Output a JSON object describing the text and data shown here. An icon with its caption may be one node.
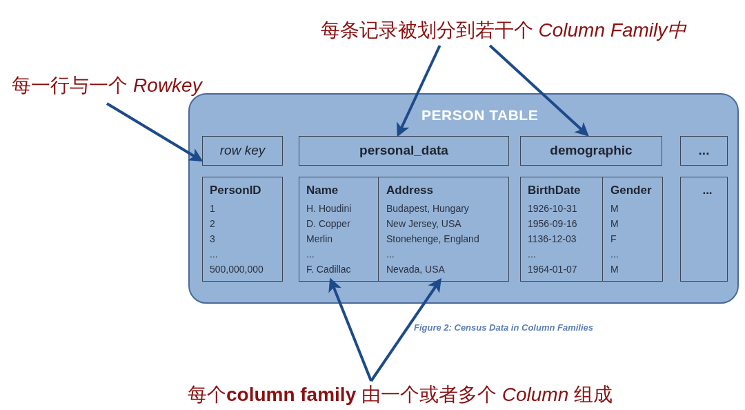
{
  "diagram": {
    "caption": "Figure 2: Census Data in Column Families",
    "nodes": [
      {
        "text": [
          "每条记录被划分到若干个 *Column Family中*"
        ]
      },
      {
        "text": [
          "每一行与一个 *Rowkey*"
        ]
      },
      {
        "text": [
          "每个**column family** 由一个或者多个 *Column* 组成"
        ]
      },
      {
        "text": [
          "PERSON TABLE"
        ]
      },
      {
        "text": [
          "row key"
        ],
        "in": 3
      },
      {
        "text": [
          "personal_data"
        ],
        "in": 3
      },
      {
        "text": [
          "demographic"
        ],
        "in": 3
      },
      {
        "text": [
          "..."
        ],
        "in": 3
      },
      {
        "text": [
          "PersonID",
          "1",
          "2",
          "3",
          "...",
          "500,000,000"
        ],
        "in": 3
      },
      {
        "text": [
          "Name",
          "H. Houdini",
          "D. Copper",
          "Merlin",
          "...",
          "F. Cadillac"
        ],
        "in": 3
      },
      {
        "text": [
          "Address",
          "Budapest, Hungary",
          "New Jersey, USA",
          "Stonehenge, England",
          "...",
          "Nevada, USA"
        ],
        "in": 3
      },
      {
        "text": [
          "BirthDate",
          "1926-10-31",
          "1956-09-16",
          "1136-12-03",
          "...",
          "1964-01-07"
        ],
        "in": 3
      },
      {
        "text": [
          "Gender",
          "M",
          "M",
          "F",
          "...",
          "M"
        ],
        "in": 3
      },
      {
        "text": [
          "..."
        ],
        "in": 3
      }
    ],
    "edges": [
      {
        "from": 0,
        "to": 5,
        "arrow": "to"
      },
      {
        "from": 0,
        "to": 6,
        "arrow": "to"
      },
      {
        "from": 1,
        "to": 4,
        "arrow": "to"
      },
      {
        "from": 2,
        "to": 9,
        "arrow": "to"
      },
      {
        "from": 2,
        "to": 10,
        "arrow": "to"
      }
    ]
  }
}
